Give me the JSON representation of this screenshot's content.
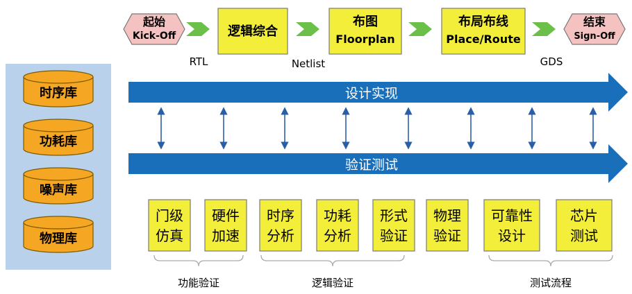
{
  "flow": {
    "start": {
      "line1": "起始",
      "line2": "Kick-Off"
    },
    "synthesis": {
      "line1": "逻辑综合"
    },
    "floorplan": {
      "line1": "布图",
      "line2": "Floorplan"
    },
    "place_route": {
      "line1": "布局布线",
      "line2": "Place/Route"
    },
    "end": {
      "line1": "结束",
      "line2": "Sign-Off"
    },
    "outputs": {
      "rtl": "RTL",
      "netlist": "Netlist",
      "gds": "GDS"
    }
  },
  "libraries": [
    "时序库",
    "功耗库",
    "噪声库",
    "物理库"
  ],
  "bars": {
    "implementation": "设计实现",
    "verification": "验证测试"
  },
  "steps": [
    {
      "line1": "门级",
      "line2": "仿真"
    },
    {
      "line1": "硬件",
      "line2": "加速"
    },
    {
      "line1": "时序",
      "line2": "分析"
    },
    {
      "line1": "功耗",
      "line2": "分析"
    },
    {
      "line1": "形式",
      "line2": "验证"
    },
    {
      "line1": "物理",
      "line2": "验证"
    },
    {
      "line1": "可靠性",
      "line2": "设计"
    },
    {
      "line1": "芯片",
      "line2": "测试"
    }
  ],
  "groups": {
    "functional": "功能验证",
    "logic": "逻辑验证",
    "test": "测试流程"
  },
  "colors": {
    "box_fill": "#f2ee3a",
    "box_stroke": "#7a7a7a",
    "hex_fill": "#f5c2c2",
    "chevron": "#6cc04a",
    "bar": "#1a6fba",
    "panel": "#b9d1ea",
    "cyl_fill": "#f5a623",
    "cyl_stroke": "#7a5a00",
    "link": "#2a5fa8",
    "bracket": "#aaaaaa"
  }
}
